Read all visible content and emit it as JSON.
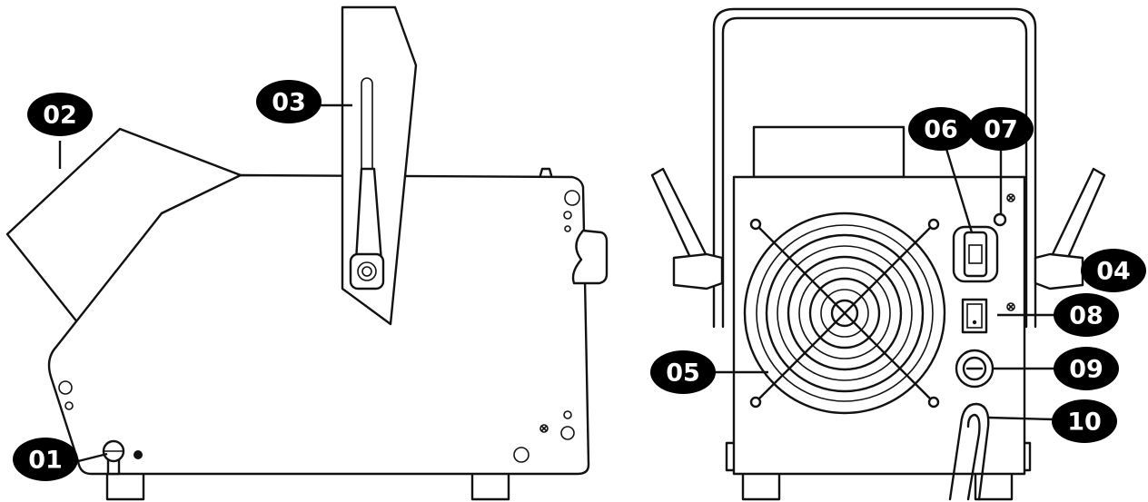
{
  "callouts": [
    {
      "id": "c01",
      "label": "01"
    },
    {
      "id": "c02",
      "label": "02"
    },
    {
      "id": "c03",
      "label": "03"
    },
    {
      "id": "c04",
      "label": "04"
    },
    {
      "id": "c05",
      "label": "05"
    },
    {
      "id": "c06",
      "label": "06"
    },
    {
      "id": "c07",
      "label": "07"
    },
    {
      "id": "c08",
      "label": "08"
    },
    {
      "id": "c09",
      "label": "09"
    },
    {
      "id": "c10",
      "label": "10"
    }
  ],
  "colors": {
    "ink": "#111111",
    "badge": "#000000",
    "background": "#ffffff"
  }
}
